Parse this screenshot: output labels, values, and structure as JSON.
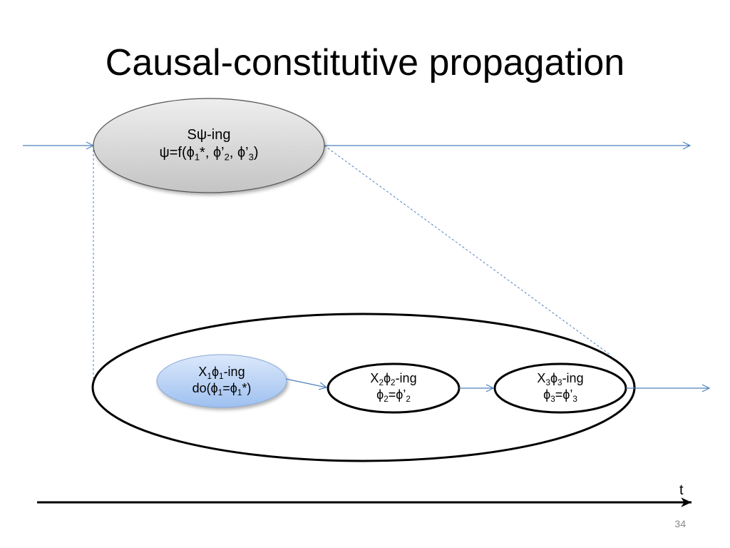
{
  "slide": {
    "title": "Causal-constitutive propagation",
    "page_number": "34"
  },
  "diagram": {
    "top_node": {
      "line1": {
        "prefix": "S",
        "symbol": "ψ",
        "suffix": "-ing"
      },
      "line2": {
        "a": "ψ=f(",
        "b": "ϕ",
        "c": "1",
        "d": "*, ",
        "e": "ϕ",
        "f": "’",
        "g": "2",
        "h": ", ",
        "i": "ϕ",
        "j": "’",
        "k": "3",
        "l": ")"
      },
      "fill": "#d9d9d9"
    },
    "node_x1": {
      "line1": {
        "a": "X",
        "b": "1",
        "c": "ϕ",
        "d": "1",
        "e": "-ing"
      },
      "line2": {
        "a": "do(",
        "b": "ϕ",
        "c": "1",
        "d": "=",
        "e": "ϕ",
        "f": "1",
        "g": "*)"
      },
      "fill": "#a9c9f5"
    },
    "node_x2": {
      "line1": {
        "a": "X",
        "b": "2",
        "c": "ϕ",
        "d": "2",
        "e": "-ing"
      },
      "line2": {
        "a": "ϕ",
        "b": "2",
        "c": "=",
        "d": "ϕ",
        "e": "’",
        "f": "2"
      }
    },
    "node_x3": {
      "line1": {
        "a": "X",
        "b": "3",
        "c": "ϕ",
        "d": "3",
        "e": "-ing"
      },
      "line2": {
        "a": "ϕ",
        "b": "3",
        "c": "=",
        "d": "ϕ",
        "e": "’",
        "f": "3"
      }
    },
    "time_axis_label": "t",
    "colors": {
      "arrow_blue": "#4f81bd",
      "outline": "#000000"
    }
  }
}
